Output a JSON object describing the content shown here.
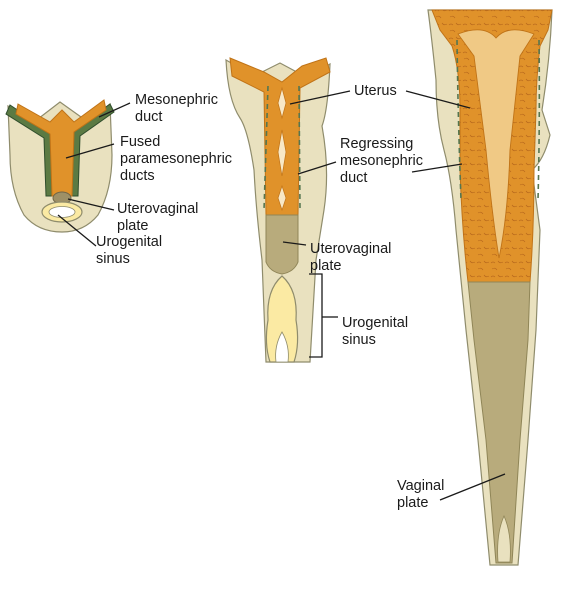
{
  "colors": {
    "outer_tissue": "#e9e1bf",
    "tissue_outline": "#8f8c6c",
    "duct_orange": "#e0922a",
    "duct_orange_dark": "#c07317",
    "lumen": "#f3cf8f",
    "mesonephric_green": "#5b7a43",
    "mesonephric_green_dark": "#2f4d2c",
    "plate_olive": "#b8ab7c",
    "plate_olive_dark": "#9e9066",
    "sinus_yellow": "#fbeaa3",
    "label_text": "#1a1a1a"
  },
  "labels": {
    "mesonephric_duct": [
      "Mesonephric",
      "duct"
    ],
    "fused_ducts": [
      "Fused",
      "paramesonephric",
      "ducts"
    ],
    "uterovaginal_plate_1": [
      "Uterovaginal",
      "plate"
    ],
    "urogenital_sinus_1": [
      "Urogenital",
      "sinus"
    ],
    "uterus": [
      "Uterus"
    ],
    "regressing_duct": [
      "Regressing",
      "mesonephric",
      "duct"
    ],
    "uterovaginal_plate_2": [
      "Uterovaginal",
      "plate"
    ],
    "urogenital_sinus_2": [
      "Urogenital",
      "sinus"
    ],
    "vaginal_plate": [
      "Vaginal",
      "plate"
    ]
  }
}
